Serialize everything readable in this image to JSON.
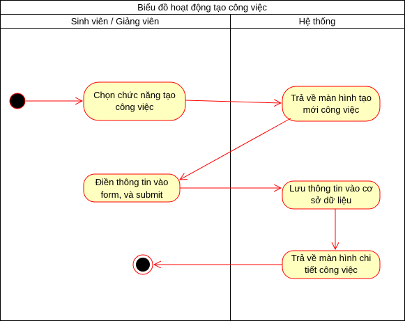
{
  "title": "Biểu đồ hoạt động tạo công việc",
  "lanes": [
    {
      "label": "Sinh viên / Giảng viên"
    },
    {
      "label": "Hệ thống"
    }
  ],
  "activities": {
    "choose": {
      "lines": [
        "Chọn chức năng tạo",
        "công việc"
      ]
    },
    "return1": {
      "lines": [
        "Trả về màn hình tạo",
        "mới công việc"
      ]
    },
    "fill": {
      "lines": [
        "Điền thông tin vào",
        "form, và submit"
      ]
    },
    "save": {
      "lines": [
        "Lưu thông tin vào cơ",
        "sở dữ liệu"
      ]
    },
    "return2": {
      "lines": [
        "Trả về màn hình chi",
        "tiết công việc"
      ]
    }
  },
  "colors": {
    "activity_fill": "#ffffc0",
    "activity_stroke": "#ff0000",
    "arrow": "#ff0000",
    "node": "#000000"
  }
}
